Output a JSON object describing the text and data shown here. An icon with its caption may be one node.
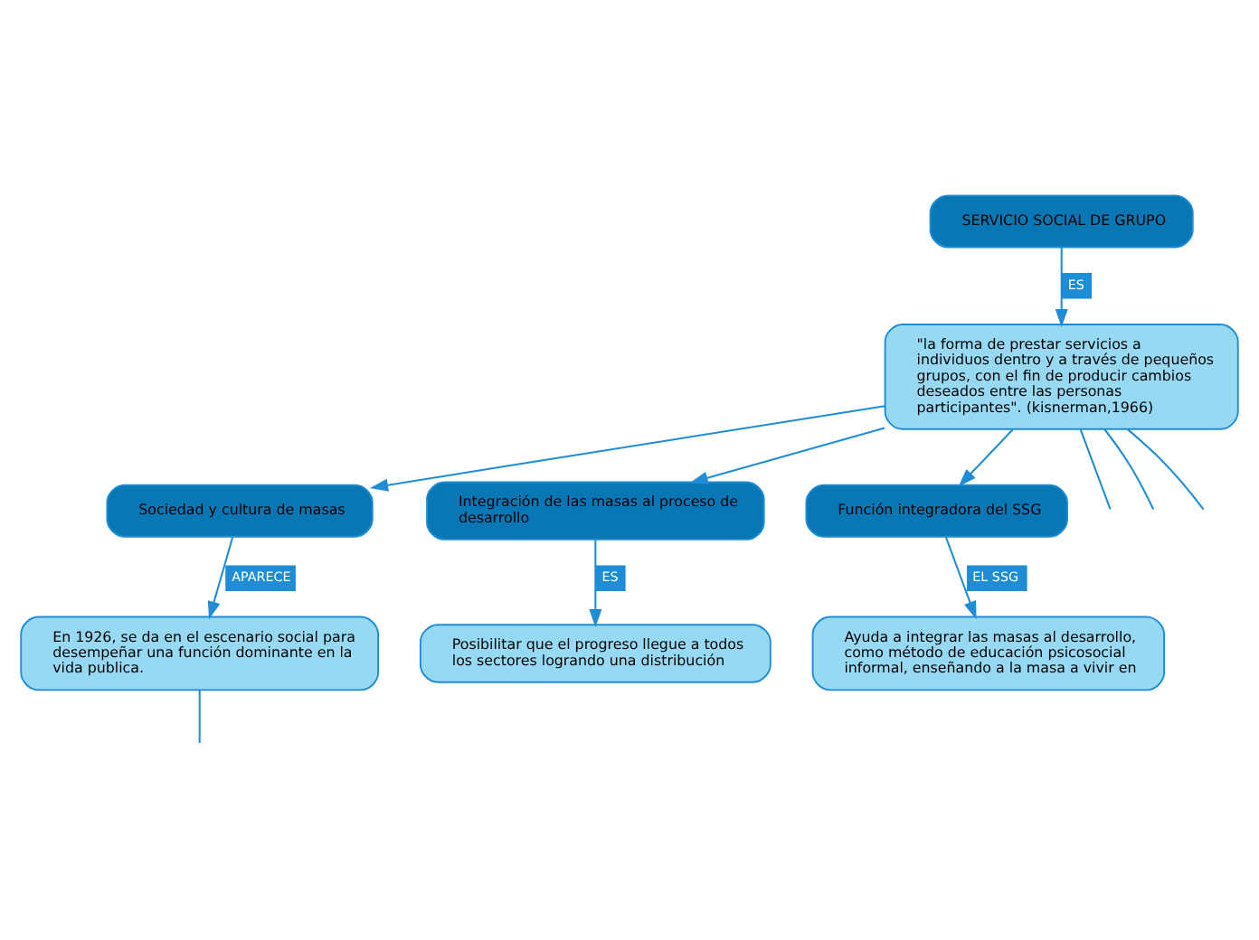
{
  "diagram": {
    "nodes": [
      {
        "text": [
          "SERVICIO SOCIAL DE GRUPO"
        ]
      },
      {
        "text": [
          "\"la forma de prestar servicios a individuos dentro y a través de pequeños grupos, con el fin de producir cambios deseados entre las personas participantes\". (kisnerman,1966)"
        ]
      },
      {
        "text": [
          "Sociedad y cultura de masas"
        ]
      },
      {
        "text": [
          "En 1926, se da en el escenario social para desempeñar una función dominante en la vida publica."
        ]
      },
      {
        "text": [
          "Integración de las masas al proceso de desarrollo"
        ]
      },
      {
        "text": [
          "Posibilitar que el progreso llegue a todos los sectores logrando una distribución"
        ]
      },
      {
        "text": [
          "Función integradora del SSG"
        ]
      },
      {
        "text": [
          "Ayuda a integrar las masas al desarrollo, como método de educación psicosocial informal, enseñando a la masa a vivir en"
        ]
      }
    ],
    "edges": [
      {
        "from": 0,
        "to": 1,
        "arrow": "to",
        "label": "ES"
      },
      {
        "from": 1,
        "to": null,
        "arrow": "none"
      },
      {
        "from": 1,
        "to": null,
        "arrow": "none"
      },
      {
        "from": 1,
        "to": null,
        "arrow": "none"
      },
      {
        "from": 1,
        "to": 2,
        "arrow": "to"
      },
      {
        "from": 1,
        "to": 4,
        "arrow": "to"
      },
      {
        "from": 1,
        "to": 6,
        "arrow": "to"
      },
      {
        "from": 2,
        "to": 3,
        "arrow": "to",
        "label": "APARECE"
      },
      {
        "from": 4,
        "to": 5,
        "arrow": "to",
        "label": "ES"
      },
      {
        "from": 6,
        "to": 7,
        "arrow": "to",
        "label": "EL SSG"
      },
      {
        "from": 3,
        "to": null,
        "arrow": "none"
      }
    ]
  }
}
